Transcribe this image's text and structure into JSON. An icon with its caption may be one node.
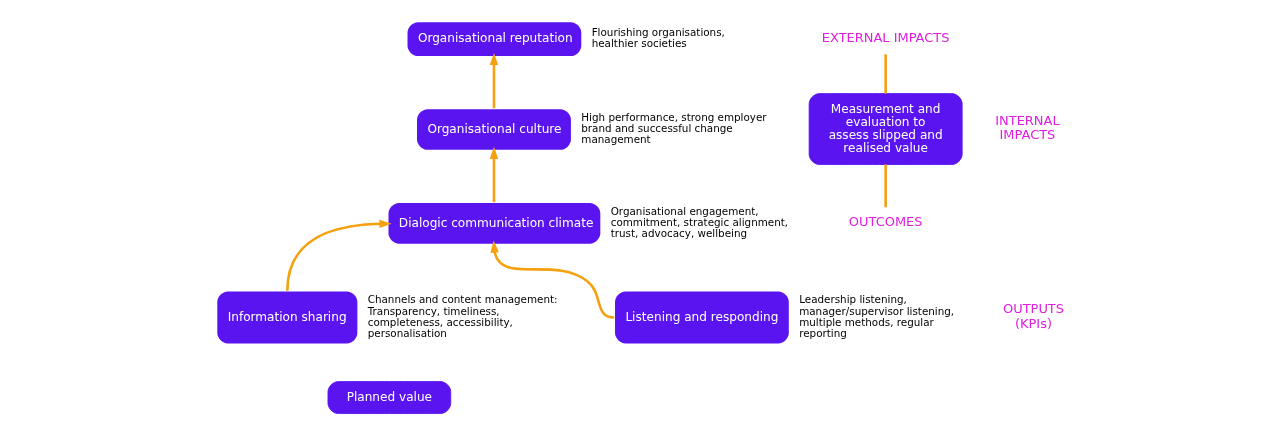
{
  "diagram": {
    "nodes": [
      {
        "text": [
          "Organisational reputation"
        ],
        "beside": [
          "Flourishing organisations, healthier societies"
        ]
      },
      {
        "text": [
          "Organisational culture"
        ],
        "beside": [
          "High performance, strong employer brand and successful change management"
        ]
      },
      {
        "text": [
          "Dialogic communication climate"
        ],
        "beside": [
          "Organisational engagement, commitment, strategic alignment, trust, advocacy, wellbeing"
        ]
      },
      {
        "text": [
          "Information sharing"
        ],
        "beside": [
          "Channels and content management: Transparency, timeliness, completeness, accessibility, personalisation"
        ]
      },
      {
        "text": [
          "Listening and responding"
        ],
        "beside": [
          "Leadership listening, manager/supervisor listening, multiple methods, regular reporting"
        ]
      },
      {
        "text": [
          "Planned value"
        ]
      },
      {
        "text": [
          "EXTERNAL IMPACTS"
        ]
      },
      {
        "text": [
          "Measurement and evaluation to assess slipped and realised value"
        ]
      },
      {
        "text": [
          "OUTCOMES"
        ]
      }
    ],
    "edges": [
      {
        "from": 3,
        "to": 2,
        "arrow": "to"
      },
      {
        "from": 4,
        "to": 2,
        "arrow": "to"
      },
      {
        "from": 2,
        "to": 1,
        "arrow": "to"
      },
      {
        "from": 1,
        "to": 0,
        "arrow": "to"
      },
      {
        "from": 8,
        "to": 7,
        "arrow": "none"
      },
      {
        "from": 7,
        "to": 6,
        "arrow": "none"
      }
    ],
    "labels": [
      "INTERNAL IMPACTS",
      "OUTPUTS (KPIs)"
    ]
  }
}
